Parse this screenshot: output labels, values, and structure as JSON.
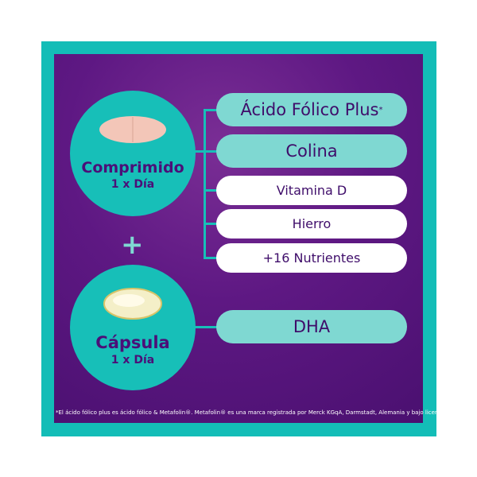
{
  "product1": {
    "name": "Comprimido",
    "dose": "1 x Día"
  },
  "plus": "+",
  "product2": {
    "name": "Cápsula",
    "dose": "1 x Día"
  },
  "ingredients1": [
    {
      "label": "Ácido Fólico Plus",
      "sup": "*"
    },
    {
      "label": "Colina"
    },
    {
      "label": "Vitamina D"
    },
    {
      "label": "Hierro"
    },
    {
      "label": "+16 Nutrientes"
    }
  ],
  "ingredients2": [
    {
      "label": "DHA"
    }
  ],
  "footnote": "*El ácido fólico plus es ácido fólico & Metafolin®. Metafolin® es una marca registrada por Merck KGqA, Darmstadt, Alemania y bajo licencia.",
  "colors": {
    "teal": "#13bdb7",
    "purple": "#5e1883",
    "light_teal": "#7fd8d2"
  }
}
